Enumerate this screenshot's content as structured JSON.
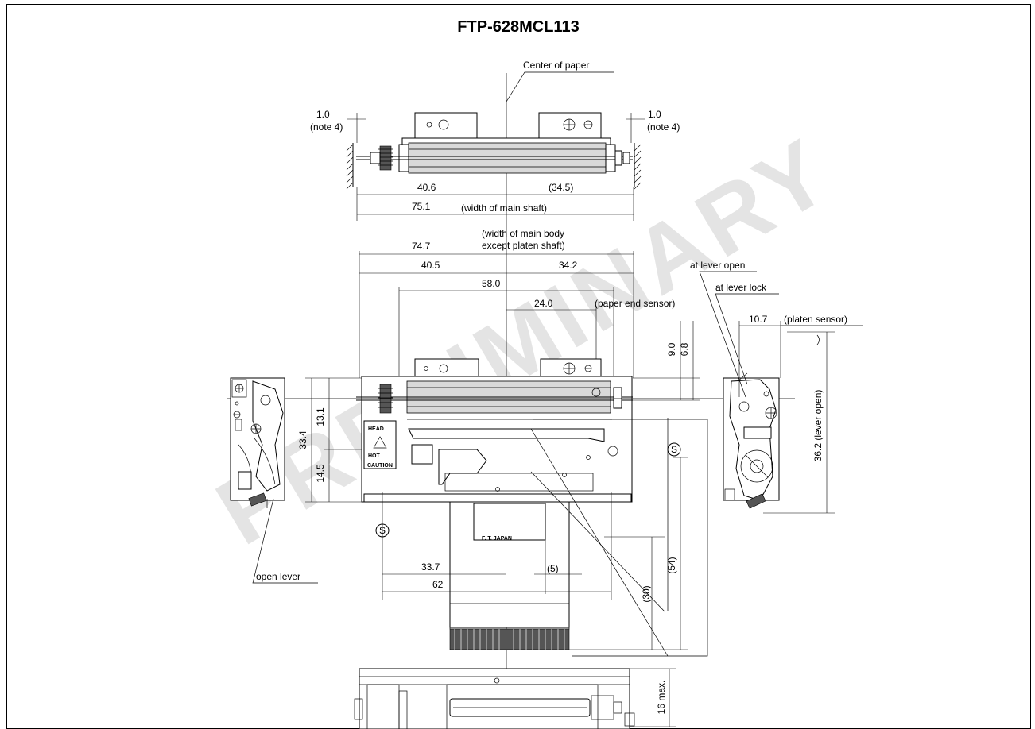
{
  "title": "FTP-628MCL113",
  "watermark": "PRELIMINARY",
  "labels": {
    "center_of_paper": "Center of paper",
    "note_left_value": "1.0",
    "note_left_text": "(note 4)",
    "note_right_value": "1.0",
    "note_right_text": "(note 4)",
    "dim_40_6": "40.6",
    "dim_34_5": "(34.5)",
    "dim_75_1": "75.1",
    "width_main_shaft": "(width of main shaft)",
    "width_main_body_1": "(width of main body",
    "width_main_body_2": "except platen shaft)",
    "dim_74_7": "74.7",
    "dim_40_5": "40.5",
    "dim_34_2": "34.2",
    "dim_58_0": "58.0",
    "dim_24_0": "24.0",
    "paper_end_sensor": "(paper end sensor)",
    "at_lever_open": "at lever open",
    "at_lever_lock": "at lever lock",
    "dim_10_7": "10.7",
    "platen_sensor": "(platen sensor)",
    "dim_9_0": "9.0",
    "dim_6_8": "6.8",
    "dim_33_4": "33.4",
    "dim_13_1": "13.1",
    "dim_14_5": "14.5",
    "lever_open_dim": "36.2 (lever open)",
    "open_lever": "open lever",
    "dim_33_7": "33.7",
    "dim_5": "(5)",
    "dim_62": "62",
    "dim_54": "(54)",
    "dim_30": "(30)",
    "dim_16_max": "16 max.",
    "symbol_s": "S",
    "ft_mark": "F. T. JAPAN",
    "head_mark": "HEAD",
    "hot_mark": "HOT",
    "caution_mark": "CAUTION"
  }
}
